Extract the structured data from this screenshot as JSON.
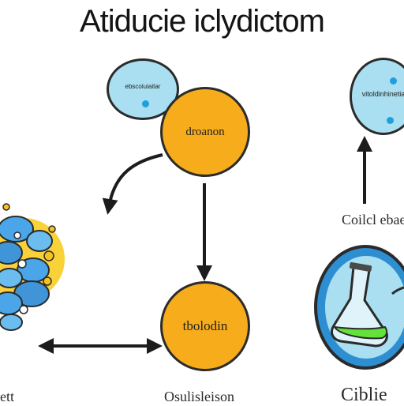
{
  "title": "Atiducie iclydictom",
  "nodes": {
    "top_left_blue": {
      "label": "ebscoiuiaitar"
    },
    "top_right_blue": {
      "label": "vitoldinhinetia"
    },
    "top_orange": {
      "label": "droanon"
    },
    "bottom_orange": {
      "label": "tbolodin"
    }
  },
  "captions": {
    "right_middle": "Coilcl ebaeon",
    "bottom_left": "ett",
    "bottom_center": "Osulisleison",
    "bottom_right": "Ciblie"
  },
  "colors": {
    "orange": "#f6ac1b",
    "light_blue": "#a9dff0",
    "flask_circle": "#2d8fd2",
    "liquid": "#63e23a"
  }
}
